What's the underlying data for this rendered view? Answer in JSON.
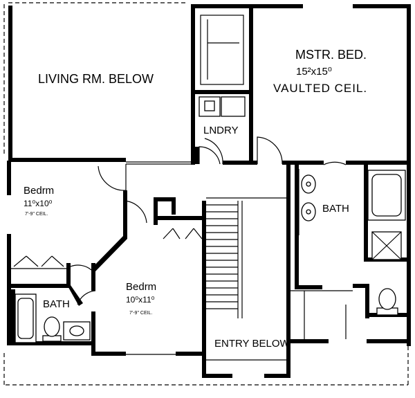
{
  "rooms": {
    "living_below": {
      "label": "LIVING RM. BELOW"
    },
    "master_bed": {
      "label": "MSTR. BED.",
      "size": "15²x15⁰",
      "note": "VAULTED CEIL."
    },
    "laundry": {
      "label": "LNDRY"
    },
    "bedroom_left": {
      "label": "Bedrm",
      "size": "11⁰x10⁰",
      "note": "7'-9\" CEIL."
    },
    "bedroom_center": {
      "label": "Bedrm",
      "size": "10⁰x11⁰",
      "note": "7'-9\" CEIL."
    },
    "bath_right": {
      "label": "BATH"
    },
    "bath_left": {
      "label": "BATH"
    },
    "entry_below": {
      "label": "ENTRY BELOW"
    }
  }
}
